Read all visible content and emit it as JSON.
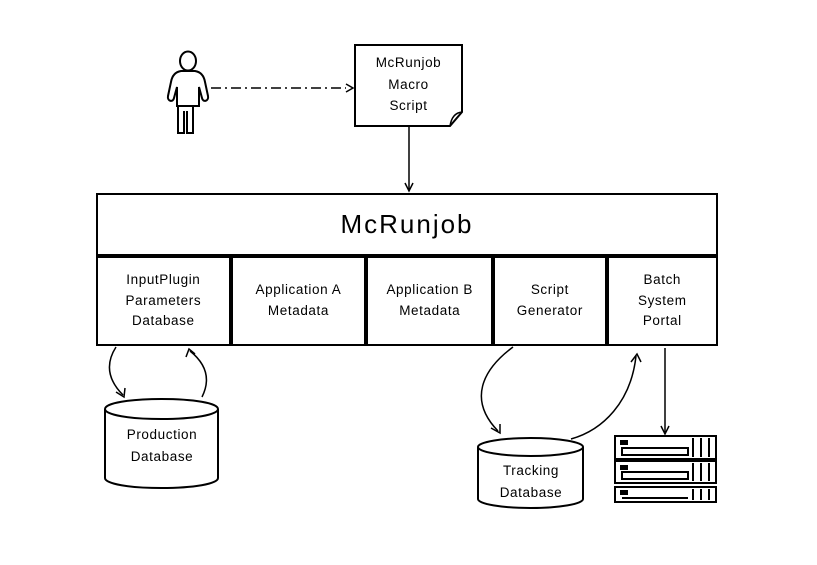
{
  "diagram": {
    "title": "McRunjob",
    "document": {
      "label": "McRunjob\nMacro\nScript"
    },
    "modules": [
      {
        "label": "InputPlugin\nParameters\nDatabase"
      },
      {
        "label": "Application A\nMetadata"
      },
      {
        "label": "Application B\nMetadata"
      },
      {
        "label": "Script\nGenerator"
      },
      {
        "label": "Batch\nSystem\nPortal"
      }
    ],
    "databases": {
      "production": {
        "label": "Production\nDatabase"
      },
      "tracking": {
        "label": "Tracking\nDatabase"
      }
    },
    "icons": {
      "actor": "person-icon",
      "macro_script": "document-icon",
      "production_db": "database-cylinder-icon",
      "tracking_db": "database-cylinder-icon",
      "batch_servers": "server-rack-icon"
    },
    "connections": [
      {
        "from": "actor",
        "to": "macro-script",
        "style": "dash-dot"
      },
      {
        "from": "macro-script",
        "to": "mcrunjob",
        "style": "solid"
      },
      {
        "from": "inputplugin-parameters-database",
        "to": "production-database",
        "style": "curved"
      },
      {
        "from": "production-database",
        "to": "inputplugin-parameters-database",
        "style": "curved"
      },
      {
        "from": "script-generator",
        "to": "tracking-database",
        "style": "curved"
      },
      {
        "from": "tracking-database",
        "to": "batch-system-portal",
        "style": "curved"
      },
      {
        "from": "batch-system-portal",
        "to": "batch-servers",
        "style": "solid"
      }
    ],
    "colors": {
      "line": "#000000",
      "background": "#ffffff"
    }
  }
}
